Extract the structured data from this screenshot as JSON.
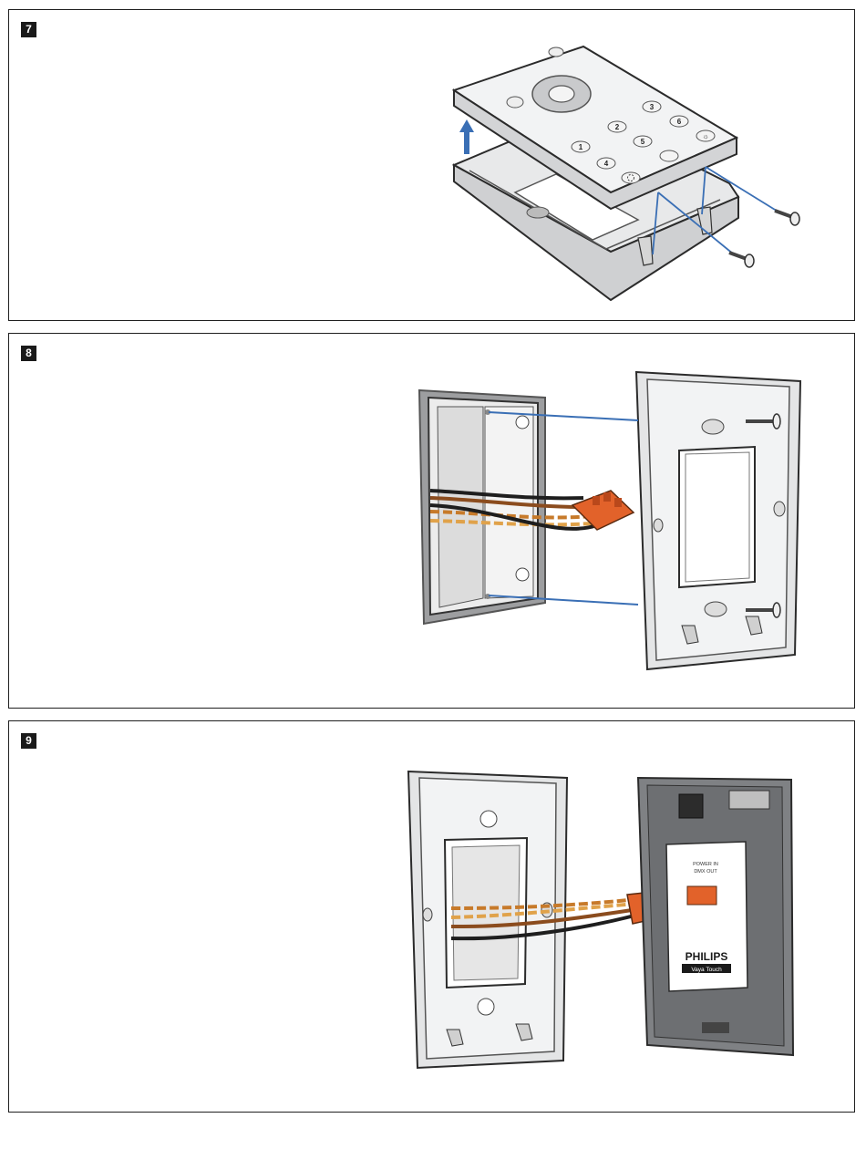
{
  "steps": [
    {
      "number": "7"
    },
    {
      "number": "8"
    },
    {
      "number": "9"
    }
  ],
  "remote": {
    "keys": [
      "1",
      "2",
      "3",
      "4",
      "5",
      "6"
    ]
  },
  "backplate_label": {
    "power_line1": "POWER IN",
    "power_line2": "DMX OUT",
    "brand": "PHILIPS",
    "product": "Vaya Touch"
  },
  "colors": {
    "arrow_blue": "#3a6fb5",
    "connector_orange": "#e2622a",
    "panel_border": "#1f1f1f",
    "plate_gray": "#d9dadc"
  }
}
